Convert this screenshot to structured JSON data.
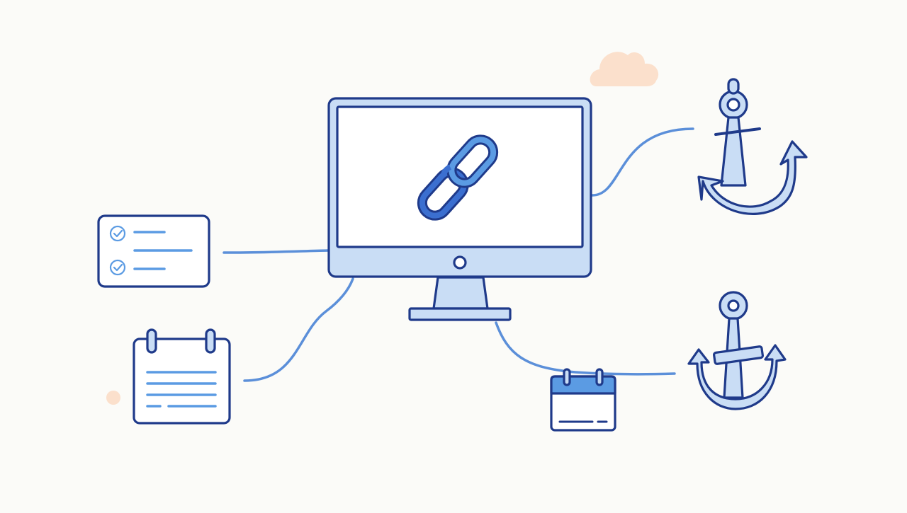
{
  "diagram": {
    "background_color": "#fbfbf8",
    "colors": {
      "outline": "#1f3a8a",
      "light_fill": "#c9ddf5",
      "connector": "#5b8fd9",
      "accent": "#5b9be3",
      "chain": "#3b6fd0",
      "decoration_peach": "#fbe0cc"
    },
    "nodes": [
      {
        "id": "monitor",
        "icon": "monitor-icon"
      },
      {
        "id": "chain",
        "icon": "chain-link-icon"
      },
      {
        "id": "checklist",
        "icon": "checklist-icon"
      },
      {
        "id": "calendar-large",
        "icon": "calendar-icon"
      },
      {
        "id": "calendar-small",
        "icon": "calendar-icon"
      },
      {
        "id": "anchor-top",
        "icon": "anchor-icon"
      },
      {
        "id": "anchor-bottom",
        "icon": "anchor-icon"
      }
    ],
    "connections": [
      {
        "from": "monitor",
        "to": "checklist"
      },
      {
        "from": "monitor",
        "to": "calendar-large"
      },
      {
        "from": "monitor",
        "to": "anchor-top"
      },
      {
        "from": "monitor",
        "to": "calendar-small"
      },
      {
        "from": "calendar-small",
        "to": "anchor-bottom"
      }
    ],
    "decorations": [
      "cloud-icon",
      "dot-icon"
    ]
  }
}
